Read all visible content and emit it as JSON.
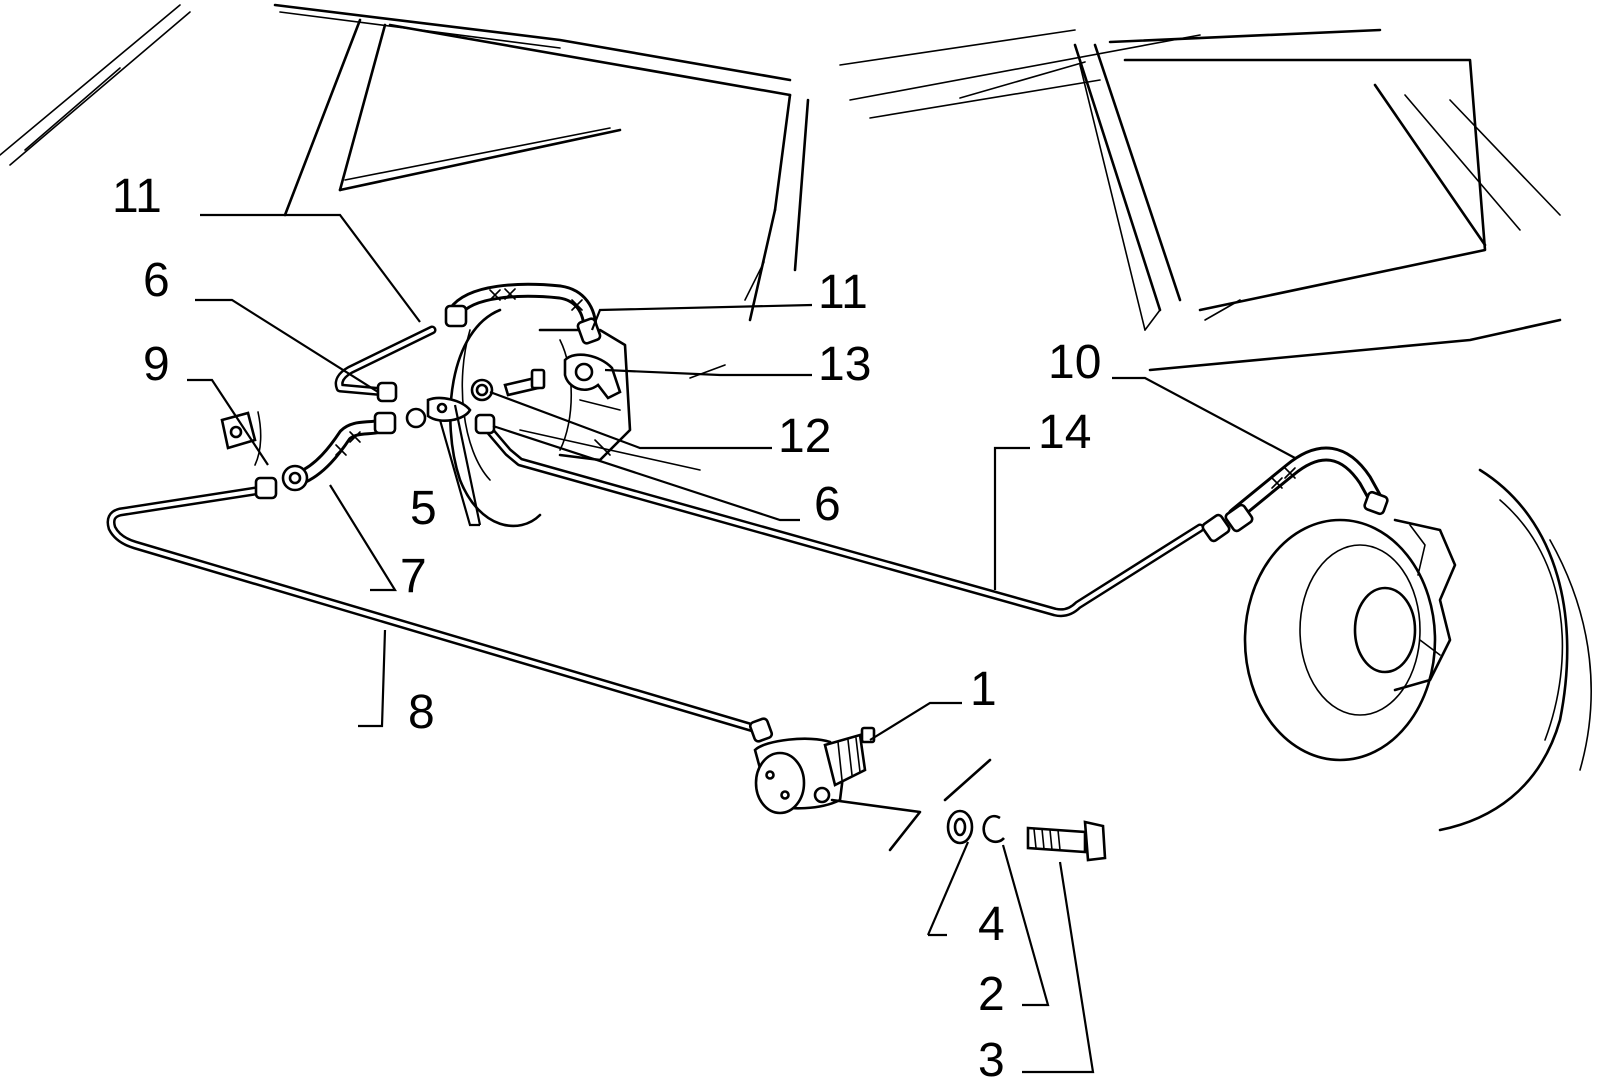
{
  "diagram": {
    "type": "exploded parts diagram",
    "subject": "rear brake lines",
    "colors": {
      "line": "#000000",
      "background": "#ffffff"
    },
    "callouts": [
      {
        "id": "c1",
        "label": "1"
      },
      {
        "id": "c2",
        "label": "2"
      },
      {
        "id": "c3",
        "label": "3"
      },
      {
        "id": "c4",
        "label": "4"
      },
      {
        "id": "c5",
        "label": "5"
      },
      {
        "id": "c6a",
        "label": "6"
      },
      {
        "id": "c6b",
        "label": "6"
      },
      {
        "id": "c7",
        "label": "7"
      },
      {
        "id": "c8",
        "label": "8"
      },
      {
        "id": "c9",
        "label": "9"
      },
      {
        "id": "c10",
        "label": "10"
      },
      {
        "id": "c11a",
        "label": "11"
      },
      {
        "id": "c11b",
        "label": "11"
      },
      {
        "id": "c12",
        "label": "12"
      },
      {
        "id": "c13",
        "label": "13"
      },
      {
        "id": "c14",
        "label": "14"
      }
    ]
  }
}
